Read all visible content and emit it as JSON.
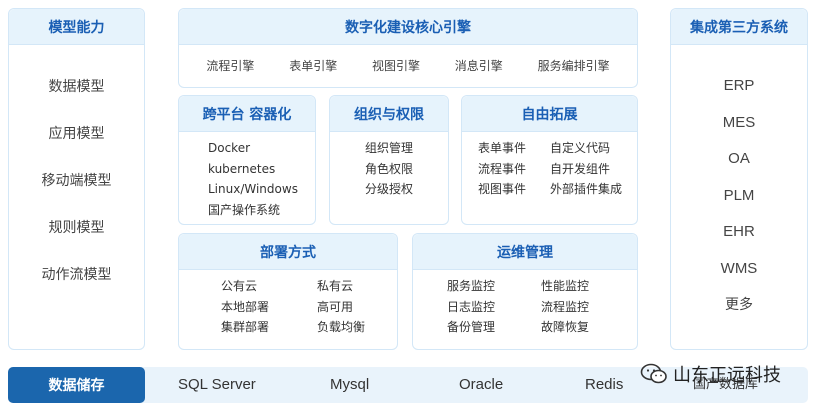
{
  "model": {
    "title": "模型能力",
    "items": [
      "数据模型",
      "应用模型",
      "移动端模型",
      "规则模型",
      "动作流模型"
    ]
  },
  "core": {
    "title": "数字化建设核心引擎",
    "items": [
      "流程引擎",
      "表单引擎",
      "视图引擎",
      "消息引擎",
      "服务编排引擎"
    ]
  },
  "cross_platform": {
    "title": "跨平台 容器化",
    "items": [
      "Docker",
      "kubernetes",
      "Linux/Windows",
      "国产操作系统"
    ]
  },
  "org": {
    "title": "组织与权限",
    "items": [
      "组织管理",
      "角色权限",
      "分级授权"
    ]
  },
  "extend": {
    "title": "自由拓展",
    "items": [
      "表单事件",
      "自定义代码",
      "流程事件",
      "自开发组件",
      "视图事件",
      "外部插件集成"
    ]
  },
  "deploy": {
    "title": "部署方式",
    "items": [
      "公有云",
      "私有云",
      "本地部署",
      "高可用",
      "集群部署",
      "负载均衡"
    ]
  },
  "ops": {
    "title": "运维管理",
    "items": [
      "服务监控",
      "性能监控",
      "日志监控",
      "流程监控",
      "备份管理",
      "故障恢复"
    ]
  },
  "integration": {
    "title": "集成第三方系统",
    "items": [
      "ERP",
      "MES",
      "OA",
      "PLM",
      "EHR",
      "WMS",
      "更多"
    ]
  },
  "storage": {
    "title": "数据储存",
    "items": [
      "SQL Server",
      "Mysql",
      "Oracle",
      "Redis",
      "国产数据库"
    ]
  },
  "watermark": {
    "text": "山东正远科技",
    "icon": "wechat-icon"
  },
  "colors": {
    "accent": "#1b66ad",
    "header_bg": "#e6f3fc",
    "border": "#d3e7f7",
    "title_text": "#1a5fb4"
  }
}
